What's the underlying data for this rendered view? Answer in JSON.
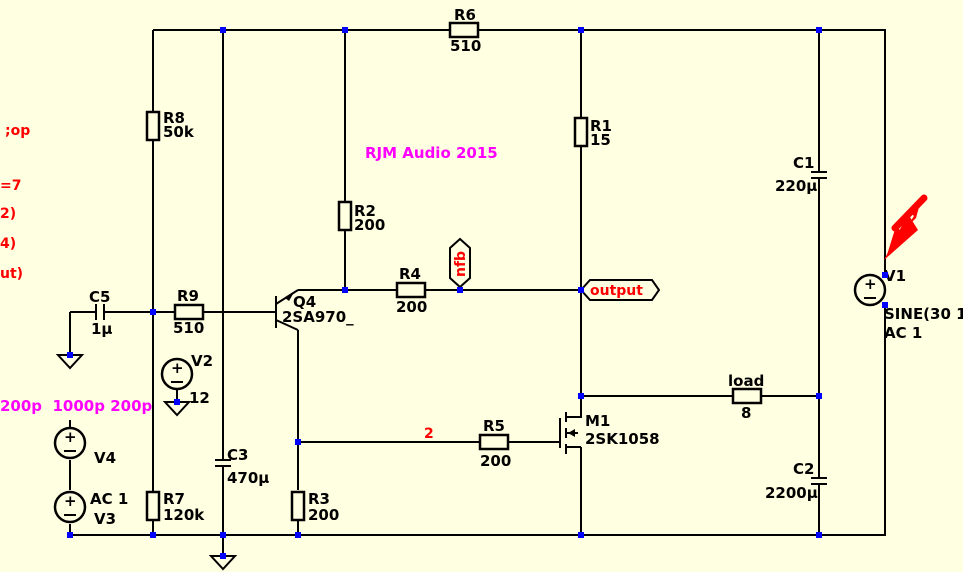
{
  "colors": {
    "background": "#ffffe1",
    "wire": "#000000",
    "node": "#0000ff",
    "directive": "#ff0000",
    "title": "#ff00ff"
  },
  "title": "RJM Audio 2015",
  "directives": [
    ";op",
    "=7",
    "2)",
    "4)",
    "ut)"
  ],
  "step_params": "200p  1000p 200p",
  "components": {
    "R6": {
      "ref": "R6",
      "value": "510"
    },
    "R8": {
      "ref": "R8",
      "value": "50k"
    },
    "R2": {
      "ref": "R2",
      "value": "200"
    },
    "R4": {
      "ref": "R4",
      "value": "200"
    },
    "R1": {
      "ref": "R1",
      "value": "15"
    },
    "R9": {
      "ref": "R9",
      "value": "510"
    },
    "R5": {
      "ref": "R5",
      "value": "200"
    },
    "R7": {
      "ref": "R7",
      "value": "120k"
    },
    "R3": {
      "ref": "R3",
      "value": "200"
    },
    "Rload": {
      "ref": "load",
      "value": "8"
    },
    "C1": {
      "ref": "C1",
      "value": "220µ"
    },
    "C2": {
      "ref": "C2",
      "value": "2200µ"
    },
    "C3": {
      "ref": "C3",
      "value": "470µ"
    },
    "C5": {
      "ref": "C5",
      "value": "1µ"
    },
    "Q4": {
      "ref": "Q4",
      "value": "2SA970_"
    },
    "M1": {
      "ref": "M1",
      "value": "2SK1058"
    },
    "V1": {
      "ref": "V1",
      "value": "SINE(30 1",
      "ac": "AC 1"
    },
    "V2": {
      "ref": "V2",
      "value": "12"
    },
    "V3": {
      "ref": "V3",
      "value": "AC 1"
    },
    "V4": {
      "ref": "V4"
    }
  },
  "net_labels": {
    "output": "output",
    "nfb": "nfb",
    "node2": "2"
  }
}
